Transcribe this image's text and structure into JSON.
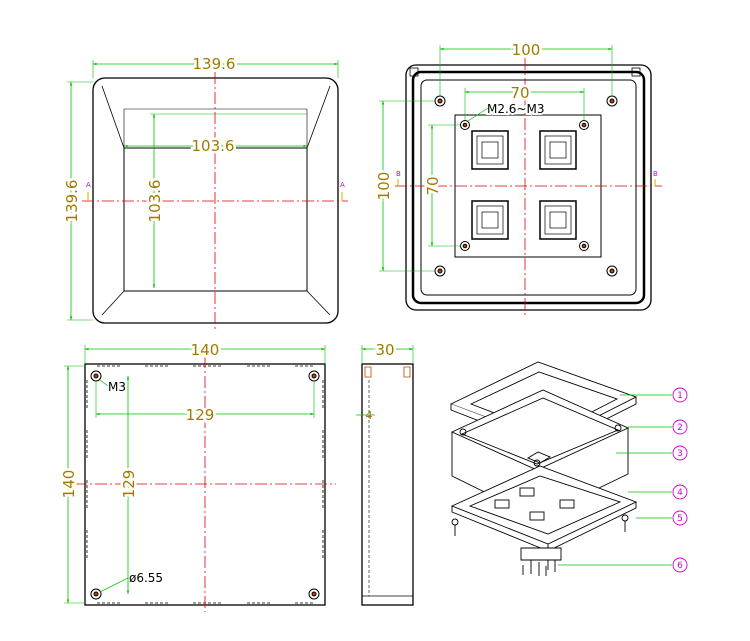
{
  "views": {
    "lid_top": {
      "overall_width": "139.6",
      "overall_height": "139.6",
      "inner_width": "103.6",
      "inner_height": "103.6",
      "section_left": "A",
      "section_right": "A"
    },
    "base_top": {
      "hole_spacing_x": "100",
      "hole_spacing_y": "100",
      "inner_spacing_x": "70",
      "inner_spacing_y": "70",
      "screw_note": "M2.6~M3",
      "section_left": "B",
      "section_right": "B"
    },
    "body_front": {
      "overall_width": "140",
      "overall_height": "140",
      "hole_spacing_x": "129",
      "hole_spacing_y": "129",
      "screw_note": "M3",
      "hole_diameter": "ø6.55"
    },
    "body_side": {
      "depth": "30",
      "wall": "4"
    },
    "exploded": {
      "callouts": [
        "1",
        "2",
        "3",
        "4",
        "5",
        "6"
      ]
    }
  },
  "colors": {
    "outline": "#000000",
    "dimension_line": "#00c000",
    "dimension_text": "#a07a00",
    "centerline": "#e00000",
    "section_mark": "#d000d0"
  }
}
